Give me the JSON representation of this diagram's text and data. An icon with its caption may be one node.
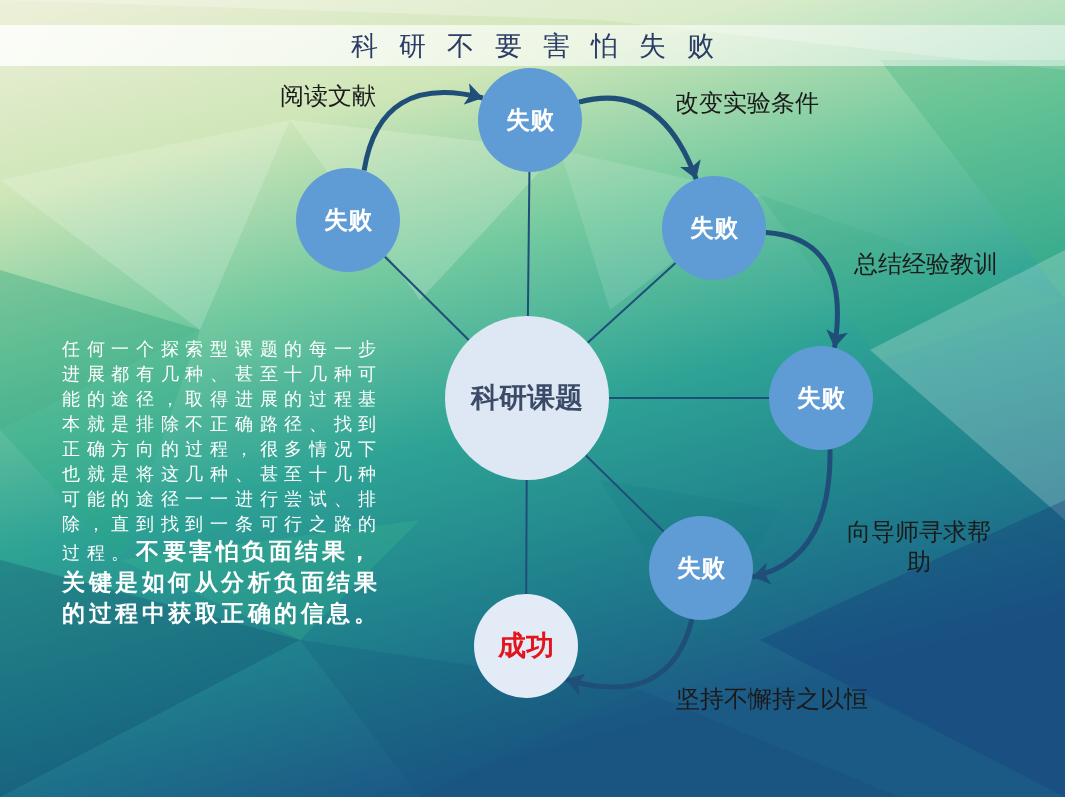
{
  "diagram": {
    "title": "科研不要害怕失败",
    "nodes": [
      {
        "text": [
          "科研课题"
        ]
      },
      {
        "text": [
          "失败"
        ]
      },
      {
        "text": [
          "失败"
        ]
      },
      {
        "text": [
          "失败"
        ]
      },
      {
        "text": [
          "失败"
        ]
      },
      {
        "text": [
          "失败"
        ]
      },
      {
        "text": [
          "成功"
        ]
      }
    ],
    "edges": [
      {
        "from": 0,
        "to": 1,
        "arrow": "none"
      },
      {
        "from": 0,
        "to": 2,
        "arrow": "none"
      },
      {
        "from": 0,
        "to": 3,
        "arrow": "none"
      },
      {
        "from": 0,
        "to": 4,
        "arrow": "none"
      },
      {
        "from": 0,
        "to": 5,
        "arrow": "none"
      },
      {
        "from": 0,
        "to": 6,
        "arrow": "none"
      },
      {
        "from": 1,
        "to": 2,
        "arrow": "to",
        "label": "阅读文献",
        "style": "thick"
      },
      {
        "from": 2,
        "to": 3,
        "arrow": "to",
        "label": "改变实验条件",
        "style": "thick"
      },
      {
        "from": 3,
        "to": 4,
        "arrow": "to",
        "label": "总结经验教训",
        "style": "thick"
      },
      {
        "from": 4,
        "to": 5,
        "arrow": "to",
        "label": "向导师寻求帮助",
        "style": "thick"
      },
      {
        "from": 5,
        "to": 6,
        "arrow": "to",
        "label": "坚持不懈持之以恒",
        "style": "thick"
      }
    ],
    "labels": [
      "任何一个探索型课题的每一步进展都有几种、甚至十几种可能的途径，取得进展的过程基本就是排除不正确路径、找到正确方向的过程，很多情况下也就是将这几种、甚至十几种可能的途径一一进行尝试、排除，直到找到一条可行之路的过程。**不要害怕负面结果，关键是如何从分析负面结果的过程中获取正确的信息。**"
    ]
  }
}
